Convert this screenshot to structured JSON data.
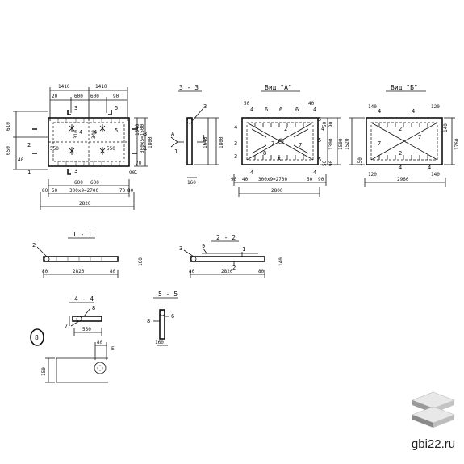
{
  "watermark": {
    "text": "gbi22.ru",
    "logo": "stacked-slabs-icon"
  },
  "plan": {
    "top_dims": [
      "1410",
      "1410",
      "600",
      "600",
      "90",
      "20"
    ],
    "left_dims": [
      "610",
      "650",
      "40"
    ],
    "right_dims": [
      "1800",
      "300x5=1500",
      "1540",
      "90",
      "70"
    ],
    "bottom_dims": [
      "600",
      "600",
      "80",
      "50",
      "300x9=2700",
      "70",
      "80",
      "2820"
    ],
    "labels": [
      "2",
      "3",
      "1",
      "550",
      "550",
      "310",
      "340"
    ],
    "cuts": [
      "3",
      "5",
      "4",
      "4",
      "5",
      "3",
      "1",
      "1"
    ]
  },
  "section_3_3": {
    "title": "3 - 3",
    "labels": [
      "3",
      "A",
      "1",
      "1"
    ],
    "dims": [
      "1640",
      "1800",
      "160"
    ]
  },
  "view_a": {
    "title": "Вид \"A\"",
    "labels": [
      "6",
      "6",
      "6",
      "4",
      "4",
      "4",
      "4",
      "4",
      "4",
      "2",
      "3",
      "3",
      "7",
      "7",
      "8",
      "5",
      "5",
      "5",
      "5"
    ],
    "right_dims": [
      "90",
      "50",
      "1300",
      "1500",
      "50",
      "90"
    ],
    "top_dims": [
      "40",
      "50"
    ],
    "bottom_dims": [
      "90",
      "40",
      "300x9=2700",
      "50",
      "90",
      "2800"
    ]
  },
  "view_b": {
    "title": "Вид \"Б\"",
    "labels": [
      "4",
      "4",
      "4",
      "4",
      "2",
      "2",
      "7",
      "7"
    ],
    "dims": [
      "140",
      "120",
      "150",
      "140",
      "120",
      "1520",
      "1760",
      "140",
      "2960"
    ]
  },
  "section_1_1": {
    "title": "I - I",
    "labels": [
      "2"
    ],
    "dims": [
      "80",
      "2820",
      "80",
      "160"
    ]
  },
  "section_2_2": {
    "title": "2 - 2",
    "labels": [
      "3",
      "9",
      "2",
      "1"
    ],
    "dims": [
      "80",
      "2820",
      "80",
      "140"
    ]
  },
  "section_4_4": {
    "title": "4 - 4",
    "labels": [
      "8",
      "7"
    ],
    "dims": [
      "550"
    ]
  },
  "section_5_5": {
    "title": "5 - 5",
    "labels": [
      "8",
      "6"
    ],
    "dims": [
      "160"
    ]
  },
  "detail_8": {
    "marker": "8",
    "dims": [
      "150",
      "80",
      "E"
    ]
  }
}
